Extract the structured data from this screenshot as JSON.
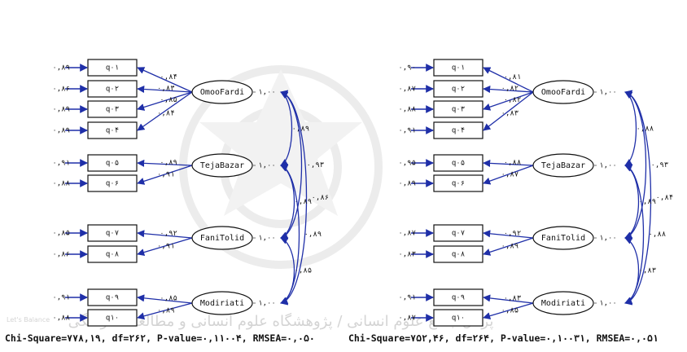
{
  "watermark": {
    "arabic_text": "پرتال جامع علوم انسانی / پژوهشگاه علوم انسانی و مطالعات فرهنگی",
    "corner_text": "Let's Balance"
  },
  "models": [
    {
      "latent": [
        {
          "name": "OmooFardi",
          "variance": "۱,۰۰"
        },
        {
          "name": "TejaBazar",
          "variance": "۱,۰۰"
        },
        {
          "name": "FaniTolid",
          "variance": "۱,۰۰"
        },
        {
          "name": "Modiriati",
          "variance": "۱,۰۰"
        }
      ],
      "indicators": [
        {
          "name": "q۰۱",
          "error": "۰,۸۹",
          "loading": "۰,۸۴",
          "factor": 0
        },
        {
          "name": "q۰۲",
          "error": "۰,۸۶",
          "loading": "۰,۸۳",
          "factor": 0
        },
        {
          "name": "q۰۳",
          "error": "۰,۸۹",
          "loading": "۰,۸۵",
          "factor": 0
        },
        {
          "name": "q۰۴",
          "error": "۰,۸۹",
          "loading": "۰,۸۴",
          "factor": 0
        },
        {
          "name": "q۰۵",
          "error": "۰,۹۱",
          "loading": "۰,۸۹",
          "factor": 1
        },
        {
          "name": "q۰۶",
          "error": "۰,۸۸",
          "loading": "۰,۹۱",
          "factor": 1
        },
        {
          "name": "q۰۷",
          "error": "۰,۸۵",
          "loading": "۰,۹۲",
          "factor": 2
        },
        {
          "name": "q۰۸",
          "error": "۰,۸۶",
          "loading": "۰,۹۱",
          "factor": 2
        },
        {
          "name": "q۰۹",
          "error": "۰,۹۱",
          "loading": "۰,۸۵",
          "factor": 3
        },
        {
          "name": "q۱۰",
          "error": "۰,۸۸",
          "loading": "۰,۸۹",
          "factor": 3
        }
      ],
      "correlations": [
        {
          "from": 0,
          "to": 1,
          "value": "۰,۸۹"
        },
        {
          "from": 0,
          "to": 2,
          "value": "۰,۹۳"
        },
        {
          "from": 0,
          "to": 3,
          "value": "۰,۸۶"
        },
        {
          "from": 1,
          "to": 2,
          "value": "۰,۸۹"
        },
        {
          "from": 1,
          "to": 3,
          "value": "۰,۸۹"
        },
        {
          "from": 2,
          "to": 3,
          "value": "۰,۸۵"
        }
      ],
      "fit": "Chi-Square=۷۷۸,۱۹, df=۲۶۲, P-value=۰,۱۱۰۰۴, RMSEA=۰,۰۵۰"
    },
    {
      "latent": [
        {
          "name": "OmooFardi",
          "variance": "۱,۰۰"
        },
        {
          "name": "TejaBazar",
          "variance": "۱,۰۰"
        },
        {
          "name": "FaniTolid",
          "variance": "۱,۰۰"
        },
        {
          "name": "Modiriati",
          "variance": "۱,۰۰"
        }
      ],
      "indicators": [
        {
          "name": "q۰۱",
          "error": "۰,۹۰",
          "loading": "۰,۸۱",
          "factor": 0
        },
        {
          "name": "q۰۲",
          "error": "۰,۸۷",
          "loading": "۰,۸۲",
          "factor": 0
        },
        {
          "name": "q۰۳",
          "error": "۰,۸۸",
          "loading": "۰,۸۲",
          "factor": 0
        },
        {
          "name": "q۰۴",
          "error": "۰,۹۱",
          "loading": "۰,۸۳",
          "factor": 0
        },
        {
          "name": "q۰۵",
          "error": "۰,۹۵",
          "loading": "۰,۸۸",
          "factor": 1
        },
        {
          "name": "q۰۶",
          "error": "۰,۸۹",
          "loading": "۰,۸۷",
          "factor": 1
        },
        {
          "name": "q۰۷",
          "error": "۰,۸۷",
          "loading": "۰,۹۲",
          "factor": 2
        },
        {
          "name": "q۰۸",
          "error": "۰,۸۳",
          "loading": "۰,۸۹",
          "factor": 2
        },
        {
          "name": "q۰۹",
          "error": "۰,۹۱",
          "loading": "۰,۸۳",
          "factor": 3
        },
        {
          "name": "q۱۰",
          "error": "۰,۸۷",
          "loading": "۰,۸۵",
          "factor": 3
        }
      ],
      "correlations": [
        {
          "from": 0,
          "to": 1,
          "value": "۰,۸۸"
        },
        {
          "from": 0,
          "to": 2,
          "value": "۰,۹۳"
        },
        {
          "from": 0,
          "to": 3,
          "value": "۰,۸۴"
        },
        {
          "from": 1,
          "to": 2,
          "value": "۰,۸۹"
        },
        {
          "from": 1,
          "to": 3,
          "value": "۰,۸۸"
        },
        {
          "from": 2,
          "to": 3,
          "value": "۰,۸۳"
        }
      ],
      "fit": "Chi-Square=۷۵۲,۴۶, df=۲۶۴, P-value=۰,۱۰۰۳۱, RMSEA=۰,۰۵۱"
    }
  ],
  "colors": {
    "path": "#1f2fa8",
    "box": "#111111",
    "text": "#111111",
    "watermark": "#cfcfcf"
  }
}
